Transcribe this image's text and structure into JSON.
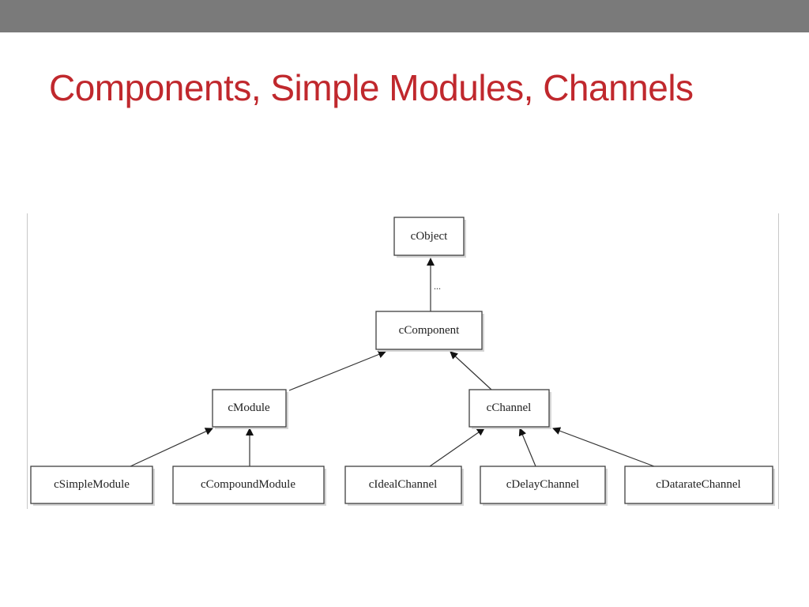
{
  "slide": {
    "title": "Components, Simple Modules, Channels"
  },
  "diagram": {
    "nodes": {
      "cObject": "cObject",
      "cComponent": "cComponent",
      "cModule": "cModule",
      "cChannel": "cChannel",
      "cSimpleModule": "cSimpleModule",
      "cCompoundModule": "cCompoundModule",
      "cIdealChannel": "cIdealChannel",
      "cDelayChannel": "cDelayChannel",
      "cDataratechannel": "cDatarateChannel"
    },
    "edge_labels": {
      "component_to_object": "..."
    }
  }
}
